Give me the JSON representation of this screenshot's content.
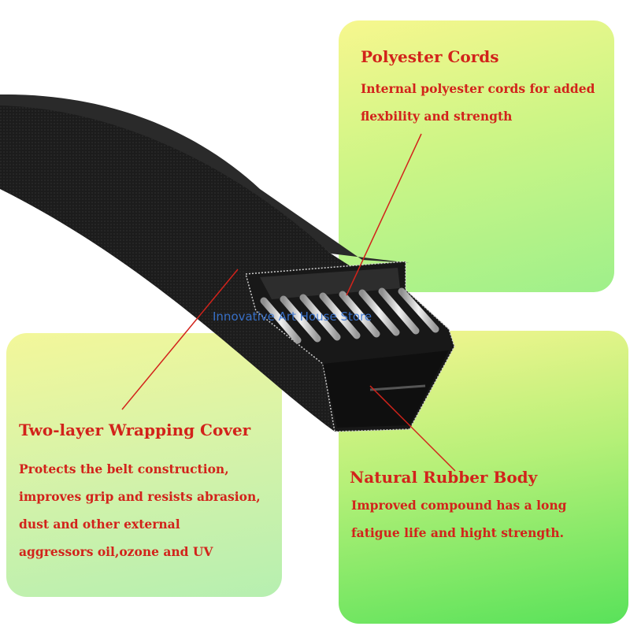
{
  "panels": {
    "cords": {
      "title": "Polyester Cords",
      "lines": [
        "Internal polyester cords for added",
        "flexbility and strength"
      ]
    },
    "cover": {
      "title": "Two-layer Wrapping Cover",
      "lines": [
        "Protects the belt construction,",
        "improves grip and resists abrasion,",
        "dust and other external",
        "aggressors oil,ozone and UV"
      ]
    },
    "rubber": {
      "title": "Natural Rubber Body",
      "lines": [
        "Improved compound has a long",
        "fatigue life and hight strength."
      ]
    }
  },
  "watermark": "Innovative Art House Store",
  "colors": {
    "text": "#d2231b",
    "belt": "#1b1b1b",
    "leader": "#d2231b",
    "watermark": "#3b78d8"
  }
}
